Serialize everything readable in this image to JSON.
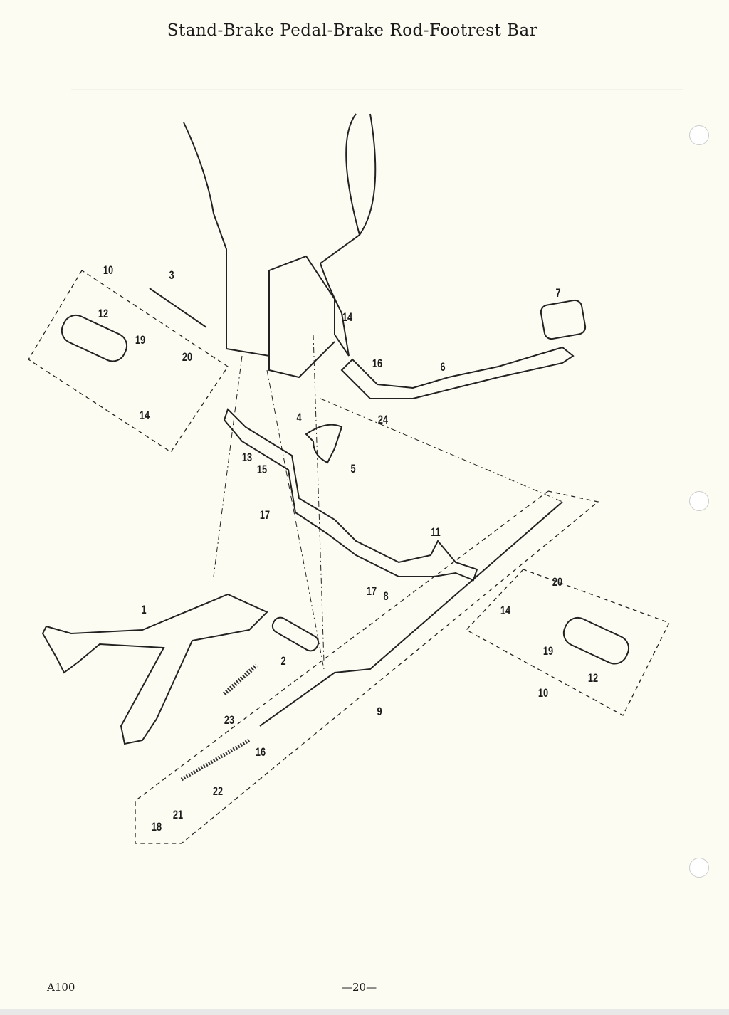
{
  "page": {
    "title": "Stand-Brake Pedal-Brake Rod-Footrest Bar",
    "model": "A100",
    "page_number": "—20—"
  },
  "callouts": [
    "10",
    "3",
    "12",
    "19",
    "20",
    "14",
    "14",
    "16",
    "6",
    "7",
    "4",
    "24",
    "5",
    "13",
    "15",
    "17",
    "11",
    "17",
    "8",
    "1",
    "2",
    "23",
    "9",
    "16",
    "22",
    "21",
    "18",
    "20",
    "14",
    "19",
    "12",
    "10"
  ]
}
